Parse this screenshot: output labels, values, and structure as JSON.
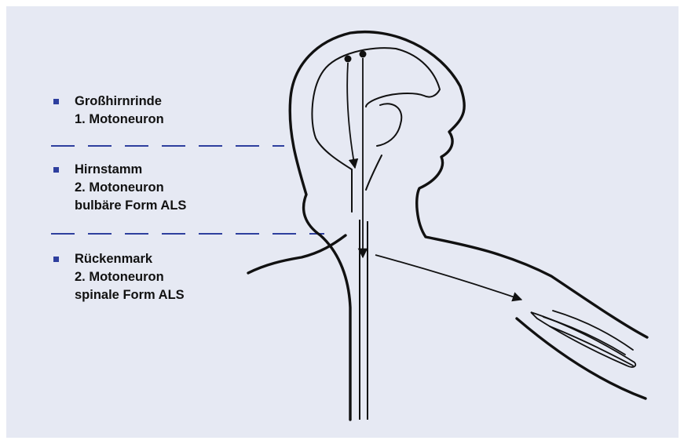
{
  "colors": {
    "background": "#e6e9f3",
    "bullet": "#2e3f9e",
    "divider": "#2e3f9e",
    "ink": "#111111"
  },
  "icons": {
    "bullet": "square-bullet-icon"
  },
  "labels": [
    {
      "name": "cortex",
      "title": "Großhirnrinde",
      "lines": [
        "1. Motoneuron"
      ]
    },
    {
      "name": "brainstem",
      "title": "Hirnstamm",
      "lines": [
        "2. Motoneuron",
        "bulbäre Form ALS"
      ]
    },
    {
      "name": "spinal",
      "title": "Rückenmark",
      "lines": [
        "2. Motoneuron",
        "spinale Form ALS"
      ]
    }
  ]
}
